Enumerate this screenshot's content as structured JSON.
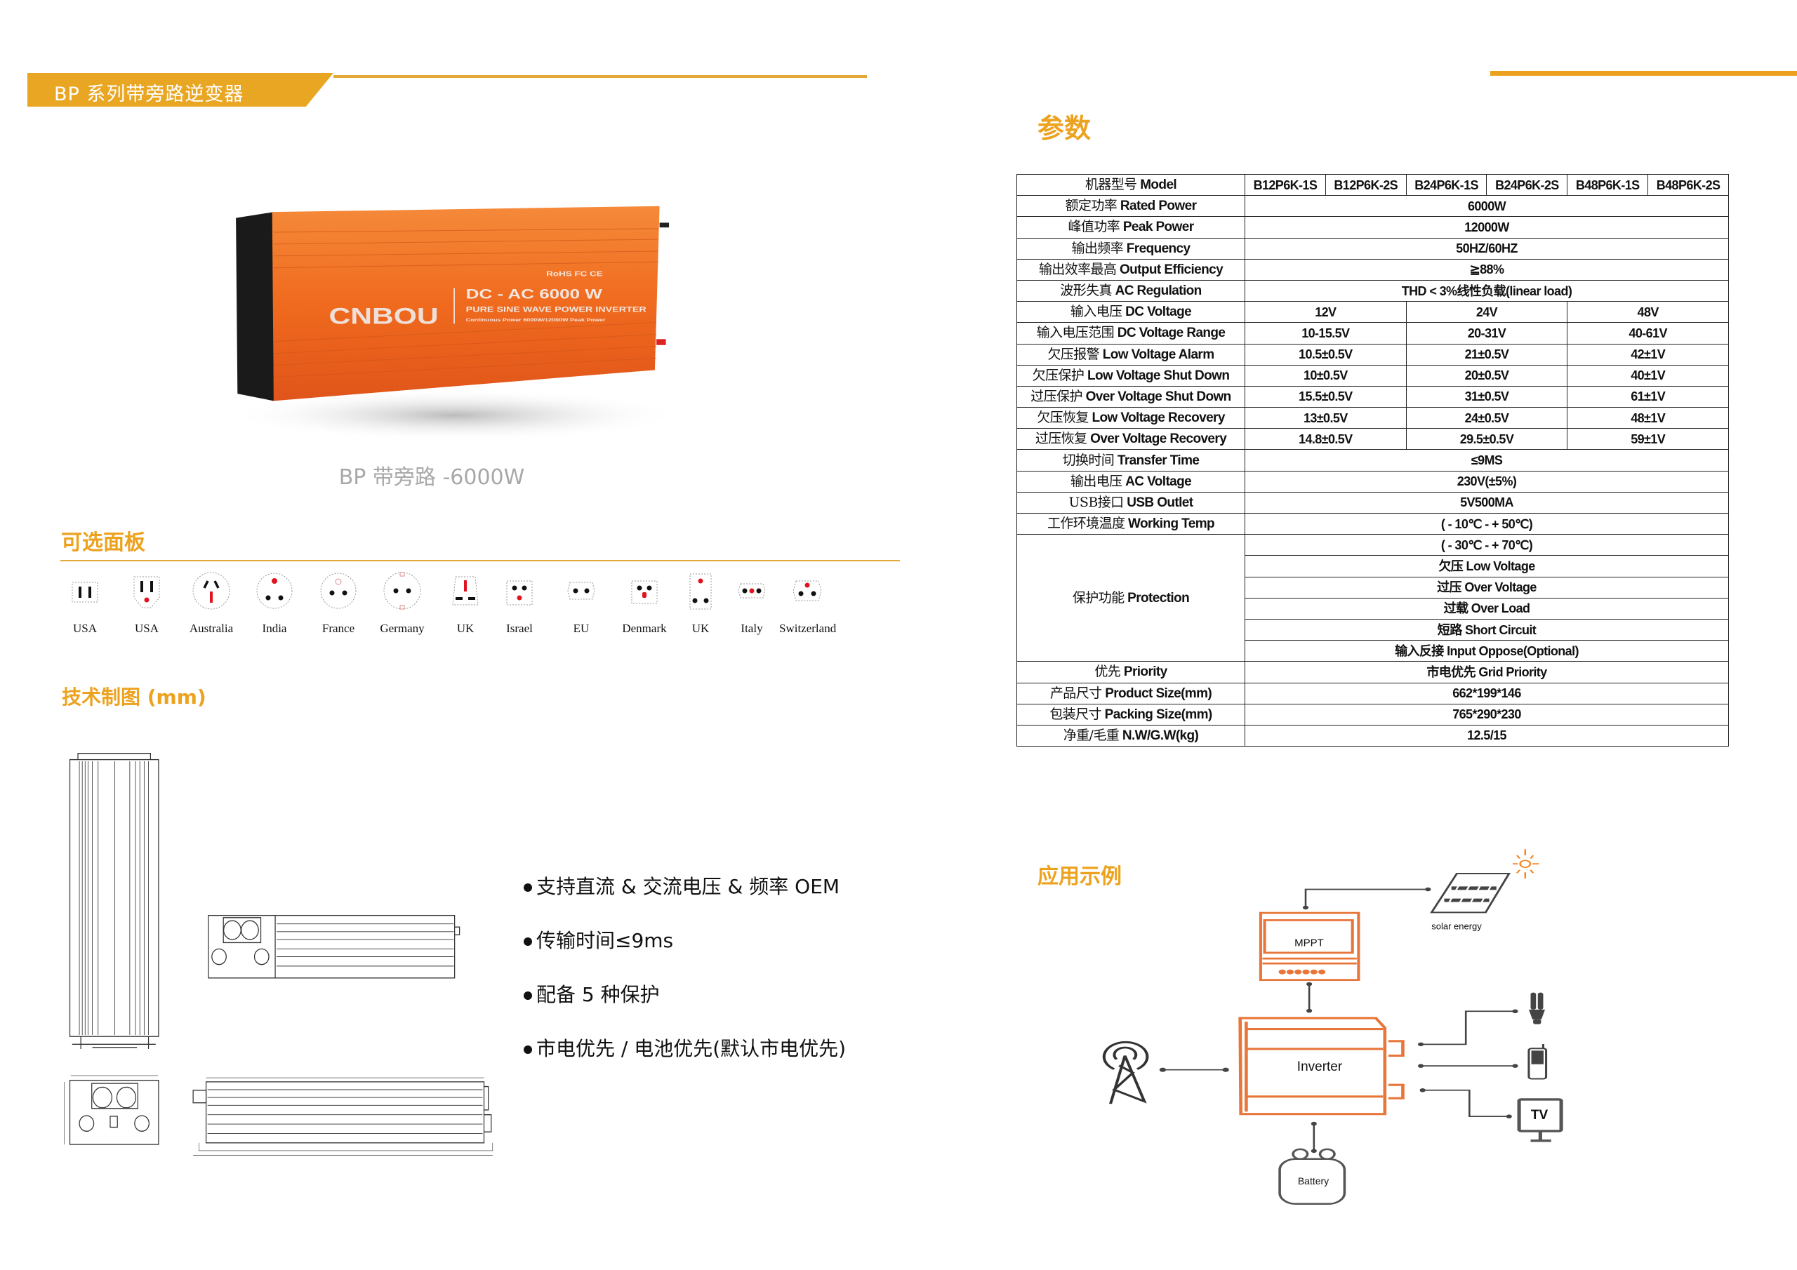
{
  "header": {
    "title": "BP 系列带旁路逆变器"
  },
  "product": {
    "brand": "CNBOU",
    "label_main": "DC - AC 6000 W",
    "label_sub": "PURE SINE WAVE POWER INVERTER",
    "label_small": "Continuous Power 6000W/12000W Peak Power",
    "certs": "RoHS  FC  CE",
    "caption": "BP 带旁路 -6000W",
    "body_color": "#F06A1E"
  },
  "panels": {
    "title": "可选面板",
    "items": [
      {
        "label": "USA",
        "type": "usa-a"
      },
      {
        "label": "USA",
        "type": "usa-b"
      },
      {
        "label": "Australia",
        "type": "australia"
      },
      {
        "label": "India",
        "type": "india"
      },
      {
        "label": "France",
        "type": "france"
      },
      {
        "label": "Germany",
        "type": "germany"
      },
      {
        "label": "UK",
        "type": "uk-a"
      },
      {
        "label": "Israel",
        "type": "israel"
      },
      {
        "label": "EU",
        "type": "eu"
      },
      {
        "label": "Denmark",
        "type": "denmark"
      },
      {
        "label": "UK",
        "type": "uk-b"
      },
      {
        "label": "Italy",
        "type": "italy"
      },
      {
        "label": "Switzerland",
        "type": "switzerland"
      }
    ]
  },
  "drawings": {
    "title": "技术制图 (mm)"
  },
  "features": [
    "支持直流 & 交流电压 & 频率 OEM",
    "传输时间≤9ms",
    "配备 5 种保护",
    "市电优先 / 电池优先(默认市电优先)"
  ],
  "spec": {
    "title": "参数",
    "rows_before": [
      {
        "cn": "机器型号",
        "en": "Model",
        "values": [
          "B12P6K-1S",
          "B12P6K-2S",
          "B24P6K-1S",
          "B24P6K-2S",
          "B48P6K-1S",
          "B48P6K-2S"
        ]
      },
      {
        "cn": "额定功率",
        "en": "Rated Power",
        "values": [
          "6000W"
        ]
      },
      {
        "cn": "峰值功率",
        "en": "Peak Power",
        "values": [
          "12000W"
        ]
      },
      {
        "cn": "输出频率",
        "en": "Frequency",
        "values": [
          "50HZ/60HZ"
        ]
      },
      {
        "cn": "输出效率最高",
        "en": "Output Efficiency",
        "values": [
          "≧88%"
        ]
      },
      {
        "cn": "波形失真",
        "en": "AC Regulation",
        "values": [
          "THD < 3%线性负载(linear load)"
        ]
      },
      {
        "cn": "输入电压",
        "en": "DC Voltage",
        "values": [
          "12V",
          "24V",
          "48V"
        ]
      },
      {
        "cn": "输入电压范围",
        "en": "DC Voltage Range",
        "values": [
          "10-15.5V",
          "20-31V",
          "40-61V"
        ]
      },
      {
        "cn": "欠压报警",
        "en": "Low Voltage Alarm",
        "values": [
          "10.5±0.5V",
          "21±0.5V",
          "42±1V"
        ]
      },
      {
        "cn": "欠压保护",
        "en": "Low Voltage Shut Down",
        "values": [
          "10±0.5V",
          "20±0.5V",
          "40±1V"
        ]
      },
      {
        "cn": "过压保护",
        "en": "Over Voltage Shut Down",
        "values": [
          "15.5±0.5V",
          "31±0.5V",
          "61±1V"
        ]
      },
      {
        "cn": "欠压恢复",
        "en": "Low Voltage Recovery",
        "values": [
          "13±0.5V",
          "24±0.5V",
          "48±1V"
        ]
      },
      {
        "cn": "过压恢复",
        "en": "Over Voltage Recovery",
        "values": [
          "14.8±0.5V",
          "29.5±0.5V",
          "59±1V"
        ]
      },
      {
        "cn": "切换时间",
        "en": "Transfer Time",
        "values": [
          "≤9MS"
        ]
      },
      {
        "cn": "输出电压",
        "en": "AC Voltage",
        "values": [
          "230V(±5%)"
        ]
      },
      {
        "cn": "USB接口",
        "en": "USB Outlet",
        "values": [
          "5V500MA"
        ]
      },
      {
        "cn": "工作环境温度",
        "en": "Working Temp",
        "values": [
          "( - 10℃ -  + 50℃)"
        ]
      }
    ],
    "protection": {
      "cn": "保护功能",
      "en": "Protection",
      "values": [
        "( - 30℃ -  + 70℃)",
        "欠压 Low Voltage",
        "过压 Over Voltage",
        "过载 Over Load",
        "短路 Short Circuit",
        "输入反接 Input Oppose(Optional)"
      ]
    },
    "rows_after": [
      {
        "cn": "优先",
        "en": "Priority",
        "values": [
          "市电优先 Grid Priority"
        ]
      },
      {
        "cn": "产品尺寸",
        "en": "Product Size(mm)",
        "values": [
          "662*199*146"
        ]
      },
      {
        "cn": "包装尺寸",
        "en": "Packing Size(mm)",
        "values": [
          "765*290*230"
        ]
      },
      {
        "cn": "净重/毛重",
        "en": "N.W/G.W(kg)",
        "values": [
          "12.5/15"
        ]
      }
    ]
  },
  "application": {
    "title": "应用示例",
    "mppt": "MPPT",
    "solar": "solar energy",
    "inverter": "Inverter",
    "battery": "Battery",
    "tv": "TV",
    "accent": "#E8763A"
  },
  "colors": {
    "brand_orange": "#EDA21F",
    "banner": "#E9A623"
  }
}
